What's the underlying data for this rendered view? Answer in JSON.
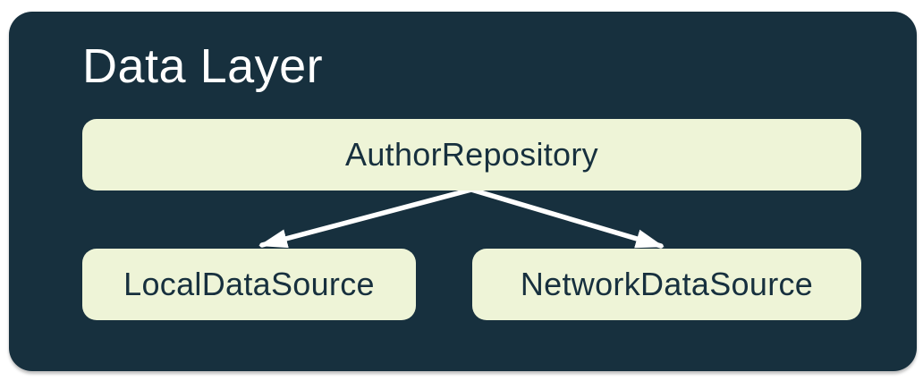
{
  "diagram": {
    "title": "Data Layer",
    "nodes": [
      {
        "id": "author-repository",
        "label": "AuthorRepository"
      },
      {
        "id": "local-data-source",
        "label": "LocalDataSource"
      },
      {
        "id": "network-data-source",
        "label": "NetworkDataSource"
      }
    ],
    "edges": [
      {
        "from": "AuthorRepository",
        "to": "LocalDataSource",
        "style": "arrow"
      },
      {
        "from": "AuthorRepository",
        "to": "NetworkDataSource",
        "style": "arrow"
      }
    ],
    "colors": {
      "page_background": "#FFFFFF",
      "container_background": "#17303E",
      "node_background": "#EEF4D7",
      "node_text": "#17303E",
      "title_text": "#FFFFFF",
      "arrow": "#FFFFFF"
    }
  }
}
